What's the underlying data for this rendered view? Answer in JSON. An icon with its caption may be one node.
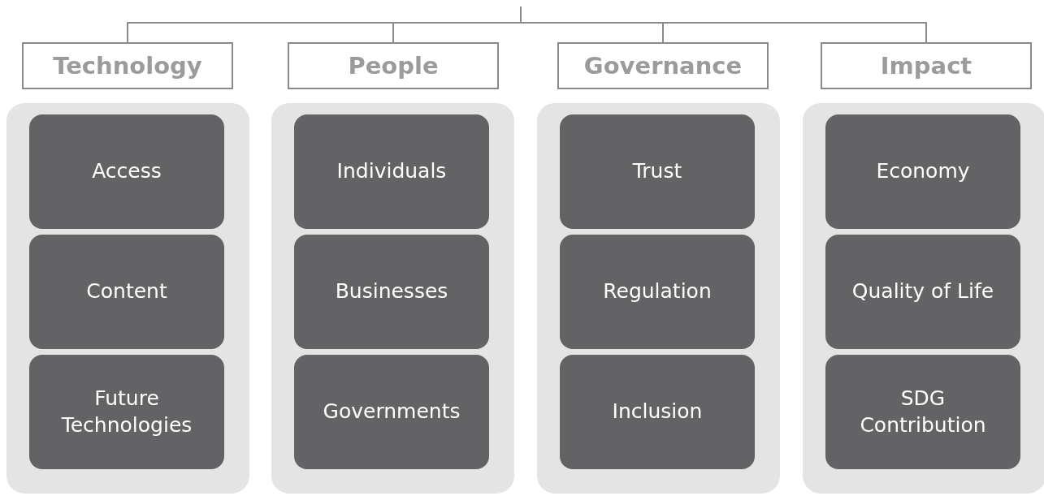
{
  "diagram": {
    "nodes": [
      {
        "text": [
          "Technology"
        ]
      },
      {
        "text": [
          "People"
        ]
      },
      {
        "text": [
          "Governance"
        ]
      },
      {
        "text": [
          "Impact"
        ]
      },
      {
        "text": [],
        "shape": "box"
      },
      {
        "text": [
          "Access"
        ],
        "in": 4
      },
      {
        "text": [
          "Content"
        ],
        "in": 4
      },
      {
        "text": [
          "Future Technologies"
        ],
        "in": 4
      },
      {
        "text": [],
        "shape": "box"
      },
      {
        "text": [
          "Individuals"
        ],
        "in": 8
      },
      {
        "text": [
          "Businesses"
        ],
        "in": 8
      },
      {
        "text": [
          "Governments"
        ],
        "in": 8
      },
      {
        "text": [],
        "shape": "box"
      },
      {
        "text": [
          "Trust"
        ],
        "in": 12
      },
      {
        "text": [
          "Regulation"
        ],
        "in": 12
      },
      {
        "text": [
          "Inclusion"
        ],
        "in": 12
      },
      {
        "text": [],
        "shape": "box"
      },
      {
        "text": [
          "Economy"
        ],
        "in": 16
      },
      {
        "text": [
          "Quality of Life"
        ],
        "in": 16
      },
      {
        "text": [
          "SDG Contribution"
        ],
        "in": 16
      }
    ],
    "edges": [
      {
        "from": null,
        "to": 0,
        "arrow": "none"
      },
      {
        "from": null,
        "to": 1,
        "arrow": "none"
      },
      {
        "from": null,
        "to": 2,
        "arrow": "none"
      },
      {
        "from": null,
        "to": 3,
        "arrow": "none"
      }
    ]
  }
}
